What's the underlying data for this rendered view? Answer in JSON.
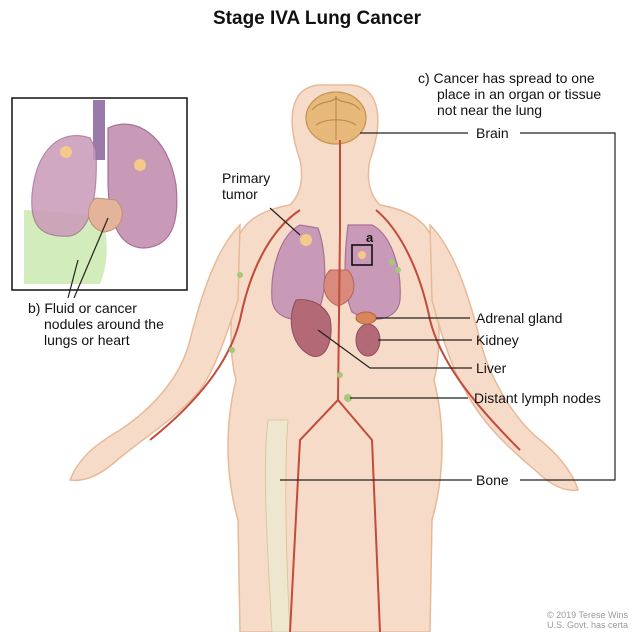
{
  "title": "Stage IVA Lung Cancer",
  "labels": {
    "spread_line1": "c) Cancer has spread to one",
    "spread_line2": "place in an organ or tissue",
    "spread_line3": "not near the lung",
    "brain": "Brain",
    "primary_line1": "Primary",
    "primary_line2": "tumor",
    "marker_a": "a",
    "fluid_line1": "b) Fluid or cancer",
    "fluid_line2": "nodules around the",
    "fluid_line3": "lungs or heart",
    "adrenal": "Adrenal gland",
    "kidney": "Kidney",
    "liver": "Liver",
    "lymph": "Distant lymph nodes",
    "bone": "Bone"
  },
  "copyright": {
    "line1": "© 2019 Terese Wins",
    "line2": "U.S. Govt. has certa"
  },
  "colors": {
    "skin": "#f6dcc8",
    "skin_edge": "#e7b999",
    "lung": "#c99ab8",
    "lung_dark": "#a87096",
    "brain": "#e6b87a",
    "vessel": "#c24b3a",
    "fluid": "#cdeab4",
    "tumor": "#f4c98a",
    "trachea": "#9a7aa8",
    "bone": "#efe6cf"
  }
}
